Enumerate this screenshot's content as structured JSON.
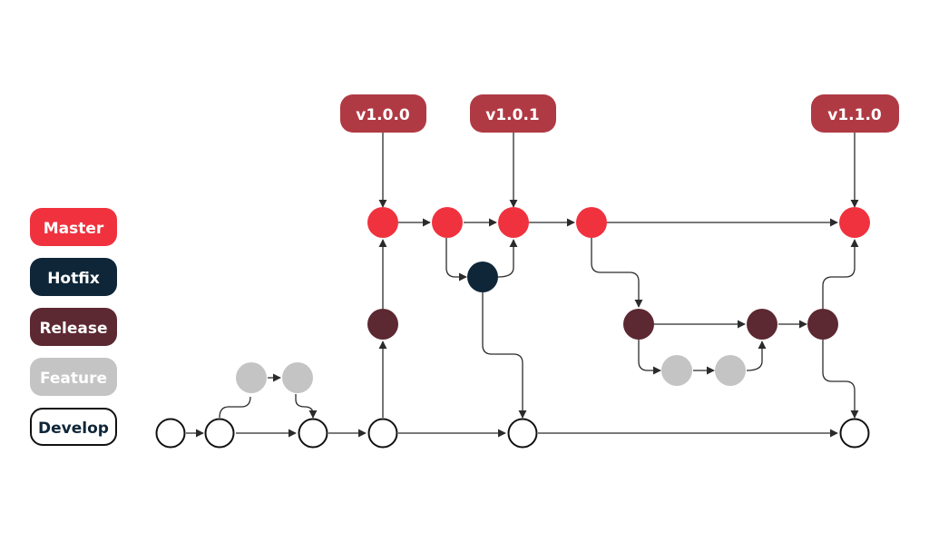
{
  "legend": {
    "master": {
      "label": "Master",
      "fill": "#f0323f",
      "text_color": "#ffffff"
    },
    "hotfix": {
      "label": "Hotfix",
      "fill": "#0f2638",
      "text_color": "#ffffff"
    },
    "release": {
      "label": "Release",
      "fill": "#5c2832",
      "text_color": "#ffffff"
    },
    "feature": {
      "label": "Feature",
      "fill": "#c4c4c4",
      "text_color": "#ffffff"
    },
    "develop": {
      "label": "Develop",
      "fill": "#ffffff",
      "text_color": "#0f2638",
      "stroke": "#111111"
    }
  },
  "tags": {
    "v100": {
      "label": "v1.0.0"
    },
    "v101": {
      "label": "v1.0.1"
    },
    "v110": {
      "label": "v1.1.0"
    },
    "fill": "#b03a44"
  },
  "colors": {
    "edge": "#2b2b2b",
    "master": "#f0323f",
    "hotfix": "#0f2638",
    "release": "#5c2832",
    "feature": "#c4c4c4",
    "develop_fill": "#ffffff",
    "develop_stroke": "#111111"
  }
}
